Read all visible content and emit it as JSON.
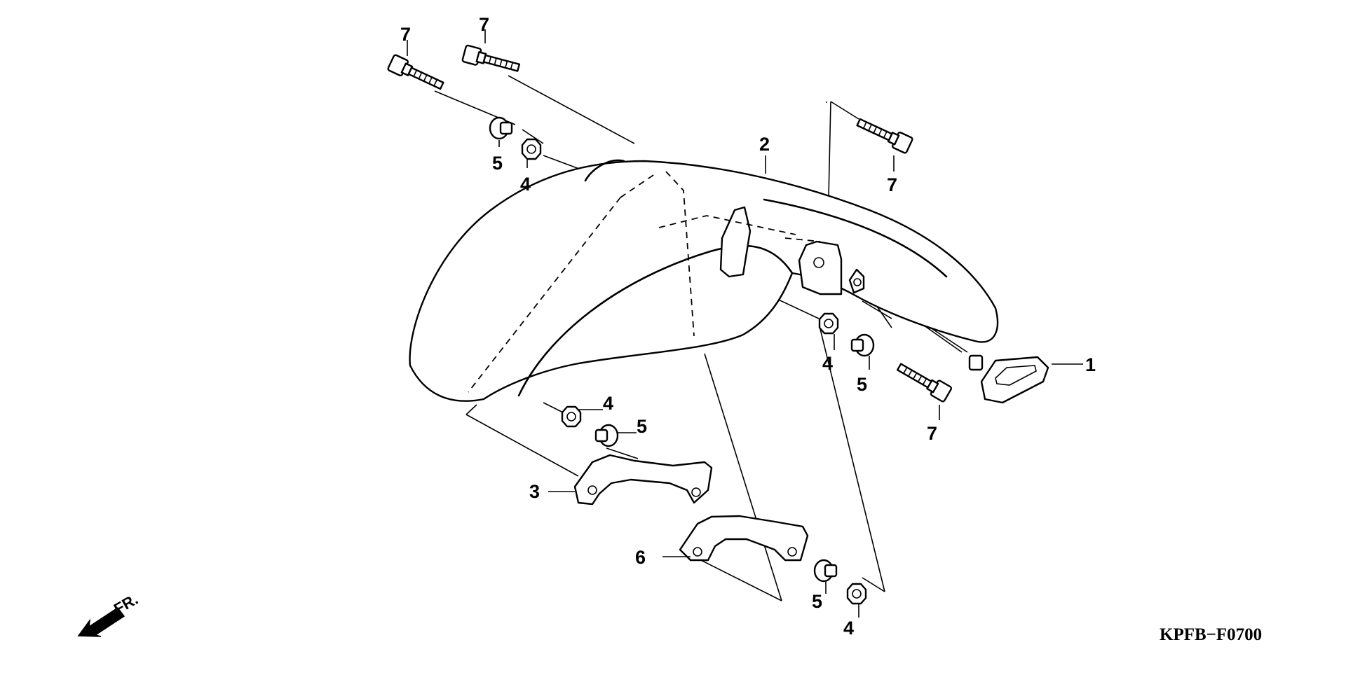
{
  "diagram": {
    "code": "KPFB−F0700",
    "direction_label": "FR.",
    "callouts": [
      {
        "id": "c1",
        "label": "1"
      },
      {
        "id": "c2",
        "label": "2"
      },
      {
        "id": "c3",
        "label": "3"
      },
      {
        "id": "c4a",
        "label": "4"
      },
      {
        "id": "c4b",
        "label": "4"
      },
      {
        "id": "c4c",
        "label": "4"
      },
      {
        "id": "c4d",
        "label": "4"
      },
      {
        "id": "c5a",
        "label": "5"
      },
      {
        "id": "c5b",
        "label": "5"
      },
      {
        "id": "c5c",
        "label": "5"
      },
      {
        "id": "c5d",
        "label": "5"
      },
      {
        "id": "c6",
        "label": "6"
      },
      {
        "id": "c7a",
        "label": "7"
      },
      {
        "id": "c7b",
        "label": "7"
      },
      {
        "id": "c7c",
        "label": "7"
      },
      {
        "id": "c7d",
        "label": "7"
      }
    ]
  }
}
